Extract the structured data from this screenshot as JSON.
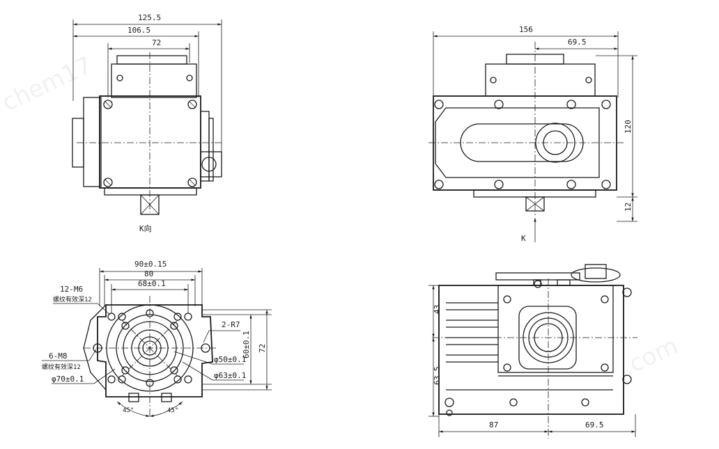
{
  "watermarks": [
    "chem17",
    ".com"
  ],
  "view_tl": {
    "dims": [
      "125.5",
      "106.5",
      "72"
    ],
    "caption": "K向"
  },
  "view_tr": {
    "dims": [
      "156",
      "69.5",
      "120",
      "12"
    ],
    "caption": "K"
  },
  "view_bl": {
    "dims": [
      "90±0.15",
      "80",
      "68±0.1",
      "2-R7",
      "60±0.1",
      "72",
      "φ50±0.1",
      "φ63±0.1",
      "45°",
      "45°"
    ],
    "labels": [
      "12-M6",
      "螺纹有效深12",
      "6-M8",
      "螺纹有效深12",
      "φ70±0.1"
    ]
  },
  "view_br": {
    "dims": [
      "43",
      "63.5",
      "87",
      "69.5"
    ]
  }
}
